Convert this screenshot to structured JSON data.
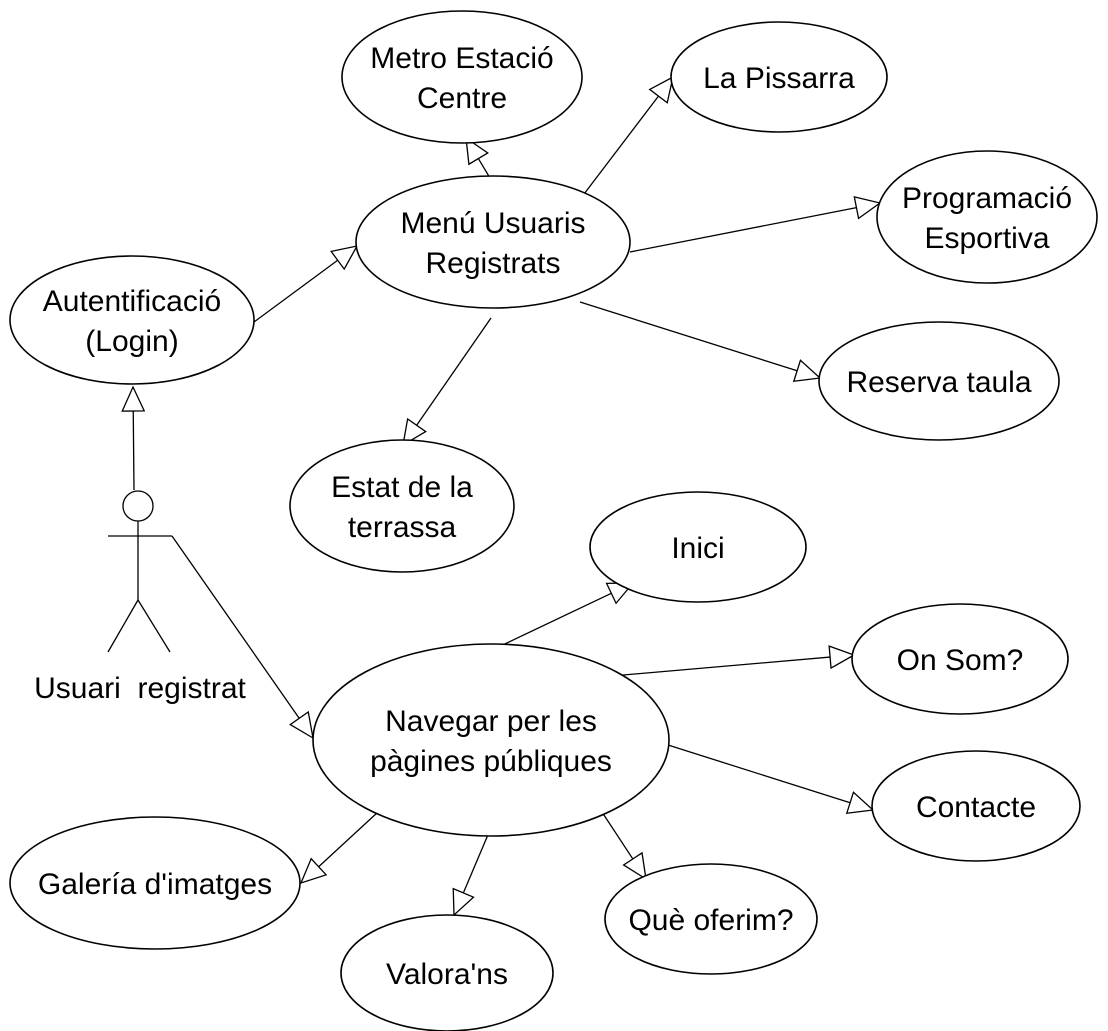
{
  "diagram": {
    "type": "use-case",
    "actor": {
      "label": "Usuari  registrat"
    },
    "use_cases": [
      {
        "id": "login",
        "lines": [
          "Autentificació",
          "(Login)"
        ]
      },
      {
        "id": "menu",
        "lines": [
          "Menú Usuaris",
          "Registrats"
        ]
      },
      {
        "id": "metro",
        "lines": [
          "Metro Estació",
          "Centre"
        ]
      },
      {
        "id": "pissarra",
        "lines": [
          "La Pissarra"
        ]
      },
      {
        "id": "programacio",
        "lines": [
          "Programació",
          "Esportiva"
        ]
      },
      {
        "id": "reserva",
        "lines": [
          "Reserva taula"
        ]
      },
      {
        "id": "terrassa",
        "lines": [
          "Estat de la",
          "terrassa"
        ]
      },
      {
        "id": "navegar",
        "lines": [
          "Navegar per les",
          "pàgines públiques"
        ]
      },
      {
        "id": "inici",
        "lines": [
          "Inici"
        ]
      },
      {
        "id": "onsom",
        "lines": [
          "On Som?"
        ]
      },
      {
        "id": "contacte",
        "lines": [
          "Contacte"
        ]
      },
      {
        "id": "oferim",
        "lines": [
          "Què oferim?"
        ]
      },
      {
        "id": "valorans",
        "lines": [
          "Valora'ns"
        ]
      },
      {
        "id": "galeria",
        "lines": [
          "Galería d'imatges"
        ]
      }
    ],
    "relations": [
      {
        "from": "actor",
        "to": "login"
      },
      {
        "from": "actor",
        "to": "navegar"
      },
      {
        "from": "login",
        "to": "menu"
      },
      {
        "from": "menu",
        "to": "metro"
      },
      {
        "from": "menu",
        "to": "pissarra"
      },
      {
        "from": "menu",
        "to": "programacio"
      },
      {
        "from": "menu",
        "to": "reserva"
      },
      {
        "from": "menu",
        "to": "terrassa"
      },
      {
        "from": "navegar",
        "to": "inici"
      },
      {
        "from": "navegar",
        "to": "onsom"
      },
      {
        "from": "navegar",
        "to": "contacte"
      },
      {
        "from": "navegar",
        "to": "oferim"
      },
      {
        "from": "navegar",
        "to": "valorans"
      },
      {
        "from": "navegar",
        "to": "galeria"
      }
    ]
  }
}
